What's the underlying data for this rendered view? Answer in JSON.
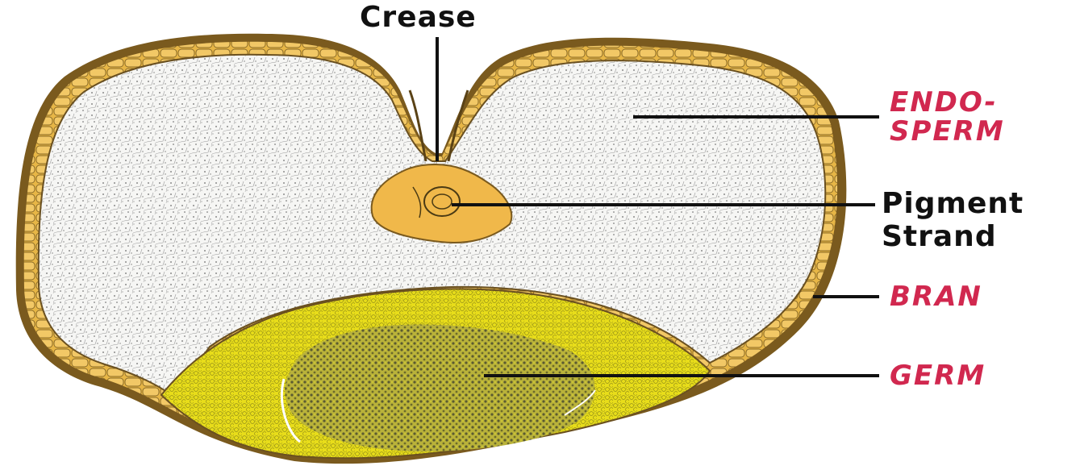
{
  "labels": {
    "crease": "Crease",
    "endosperm_line1": "ENDO-",
    "endosperm_line2": "SPERM",
    "pigment_line1": "Pigment",
    "pigment_line2": "Strand",
    "bran": "BRAN",
    "germ": "GERM"
  },
  "colors": {
    "bran_outer": "#7a5a1e",
    "bran_fill": "#e9b94a",
    "endosperm_fill": "#f4f4f2",
    "germ_fill": "#e6dc1c",
    "germ_core": "#8a8a3a",
    "pigment_fill": "#f0b84a",
    "label_red": "#d1284f",
    "label_black": "#111111"
  }
}
